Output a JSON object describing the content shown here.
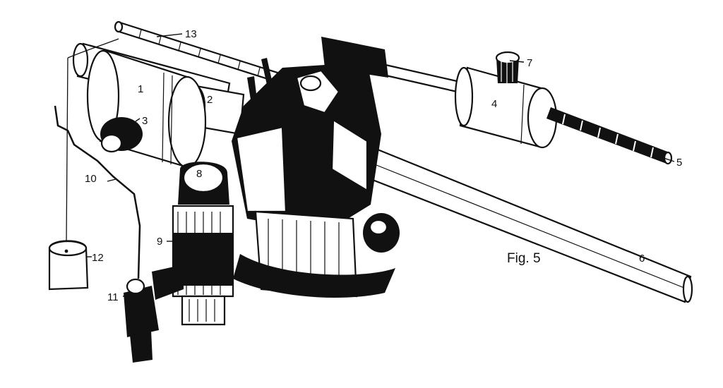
{
  "figure": {
    "caption": "Fig. 5",
    "labels": {
      "l1": "1",
      "l2": "2",
      "l3": "3",
      "l4": "4",
      "l5": "5",
      "l6": "6",
      "l7": "7",
      "l8": "8",
      "l9": "9",
      "l10": "10",
      "l11": "11",
      "l12": "12",
      "l13": "13"
    }
  }
}
